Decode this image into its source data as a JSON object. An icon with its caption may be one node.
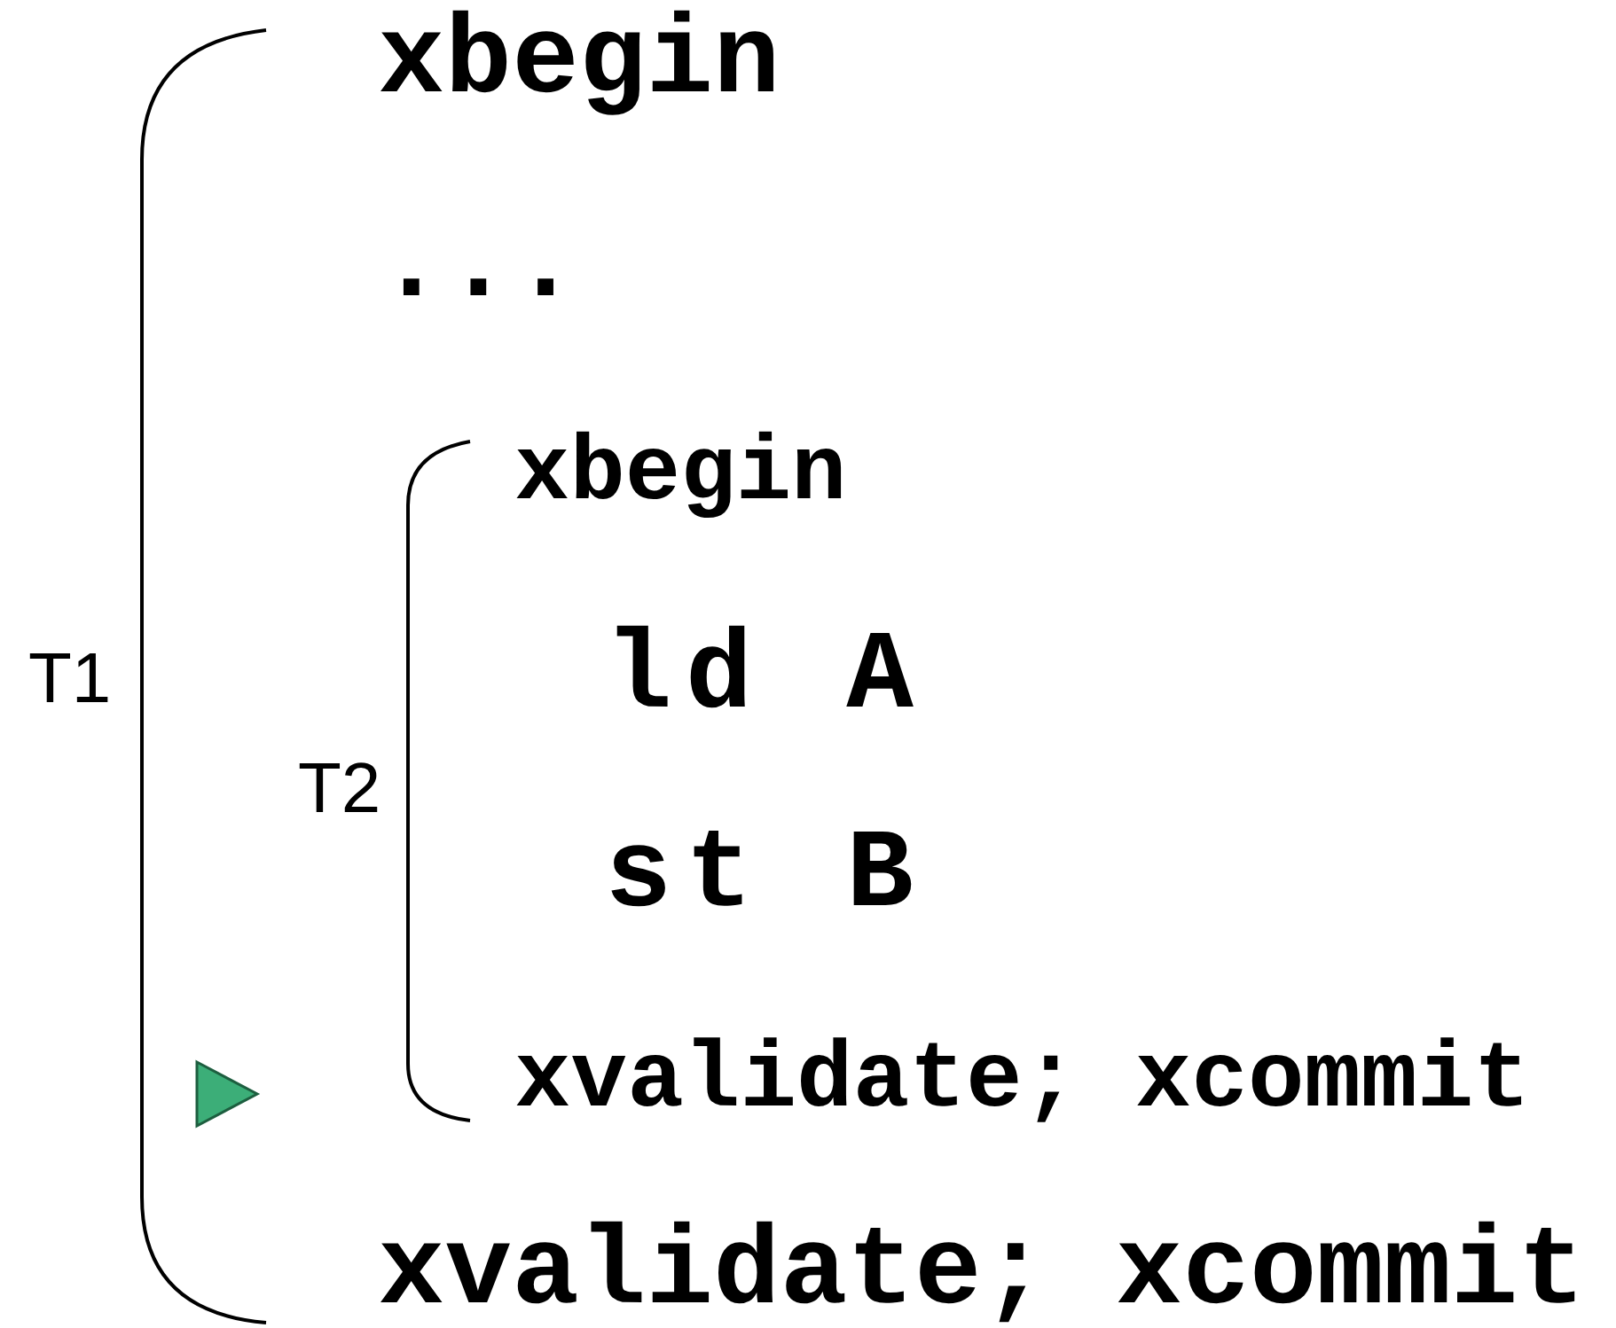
{
  "diagram": {
    "labels": [
      "xbegin",
      "...",
      "xbegin",
      "T1",
      "ld A",
      "T2",
      "st B",
      "xvalidate; xcommit",
      "xvalidate; xcommit"
    ]
  }
}
